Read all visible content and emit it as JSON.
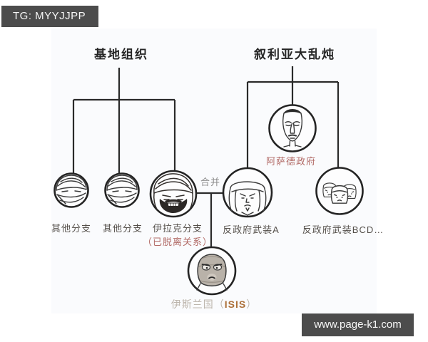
{
  "watermarks": {
    "telegram": "TG: MYYJJPP",
    "website": "www.page-k1.com"
  },
  "diagram": {
    "groups": {
      "alqaeda": {
        "title": "基地组织",
        "children": [
          "其他分支",
          "其他分支",
          "伊拉克分支（已脱离关系）"
        ]
      },
      "syria": {
        "title": "叙利亚大乱炖",
        "children": [
          "反政府武装A",
          "阿萨德政府",
          "反政府武装BCD…"
        ]
      }
    },
    "merge": {
      "label": "合并",
      "from": [
        "伊拉克分支",
        "反政府武装A"
      ],
      "result": "伊斯兰国（ISIS）"
    },
    "nodes": {
      "branch1": {
        "label": "其他分支"
      },
      "branch2": {
        "label": "其他分支"
      },
      "iraq": {
        "label": "伊拉克分支",
        "sublabel": "（已脱离关系）"
      },
      "assad": {
        "label": "阿萨德政府"
      },
      "rebel_a": {
        "label": "反政府武装A"
      },
      "rebel_bcd": {
        "label": "反政府武装BCD…"
      },
      "isis": {
        "label_cn": "伊斯兰国",
        "paren_open": "（",
        "label_en": "ISIS",
        "paren_close": "）"
      }
    },
    "colors": {
      "line": "#2a2a2a",
      "label_text": "#55504b",
      "accent_red": "#b26b67",
      "merge_gray": "#8d8d8d",
      "isis_orange": "#ad713a",
      "ghost_text": "#bcb5ac",
      "watermark_bg": "#4c4c4c",
      "panel_bg": "#fafbfd"
    }
  }
}
